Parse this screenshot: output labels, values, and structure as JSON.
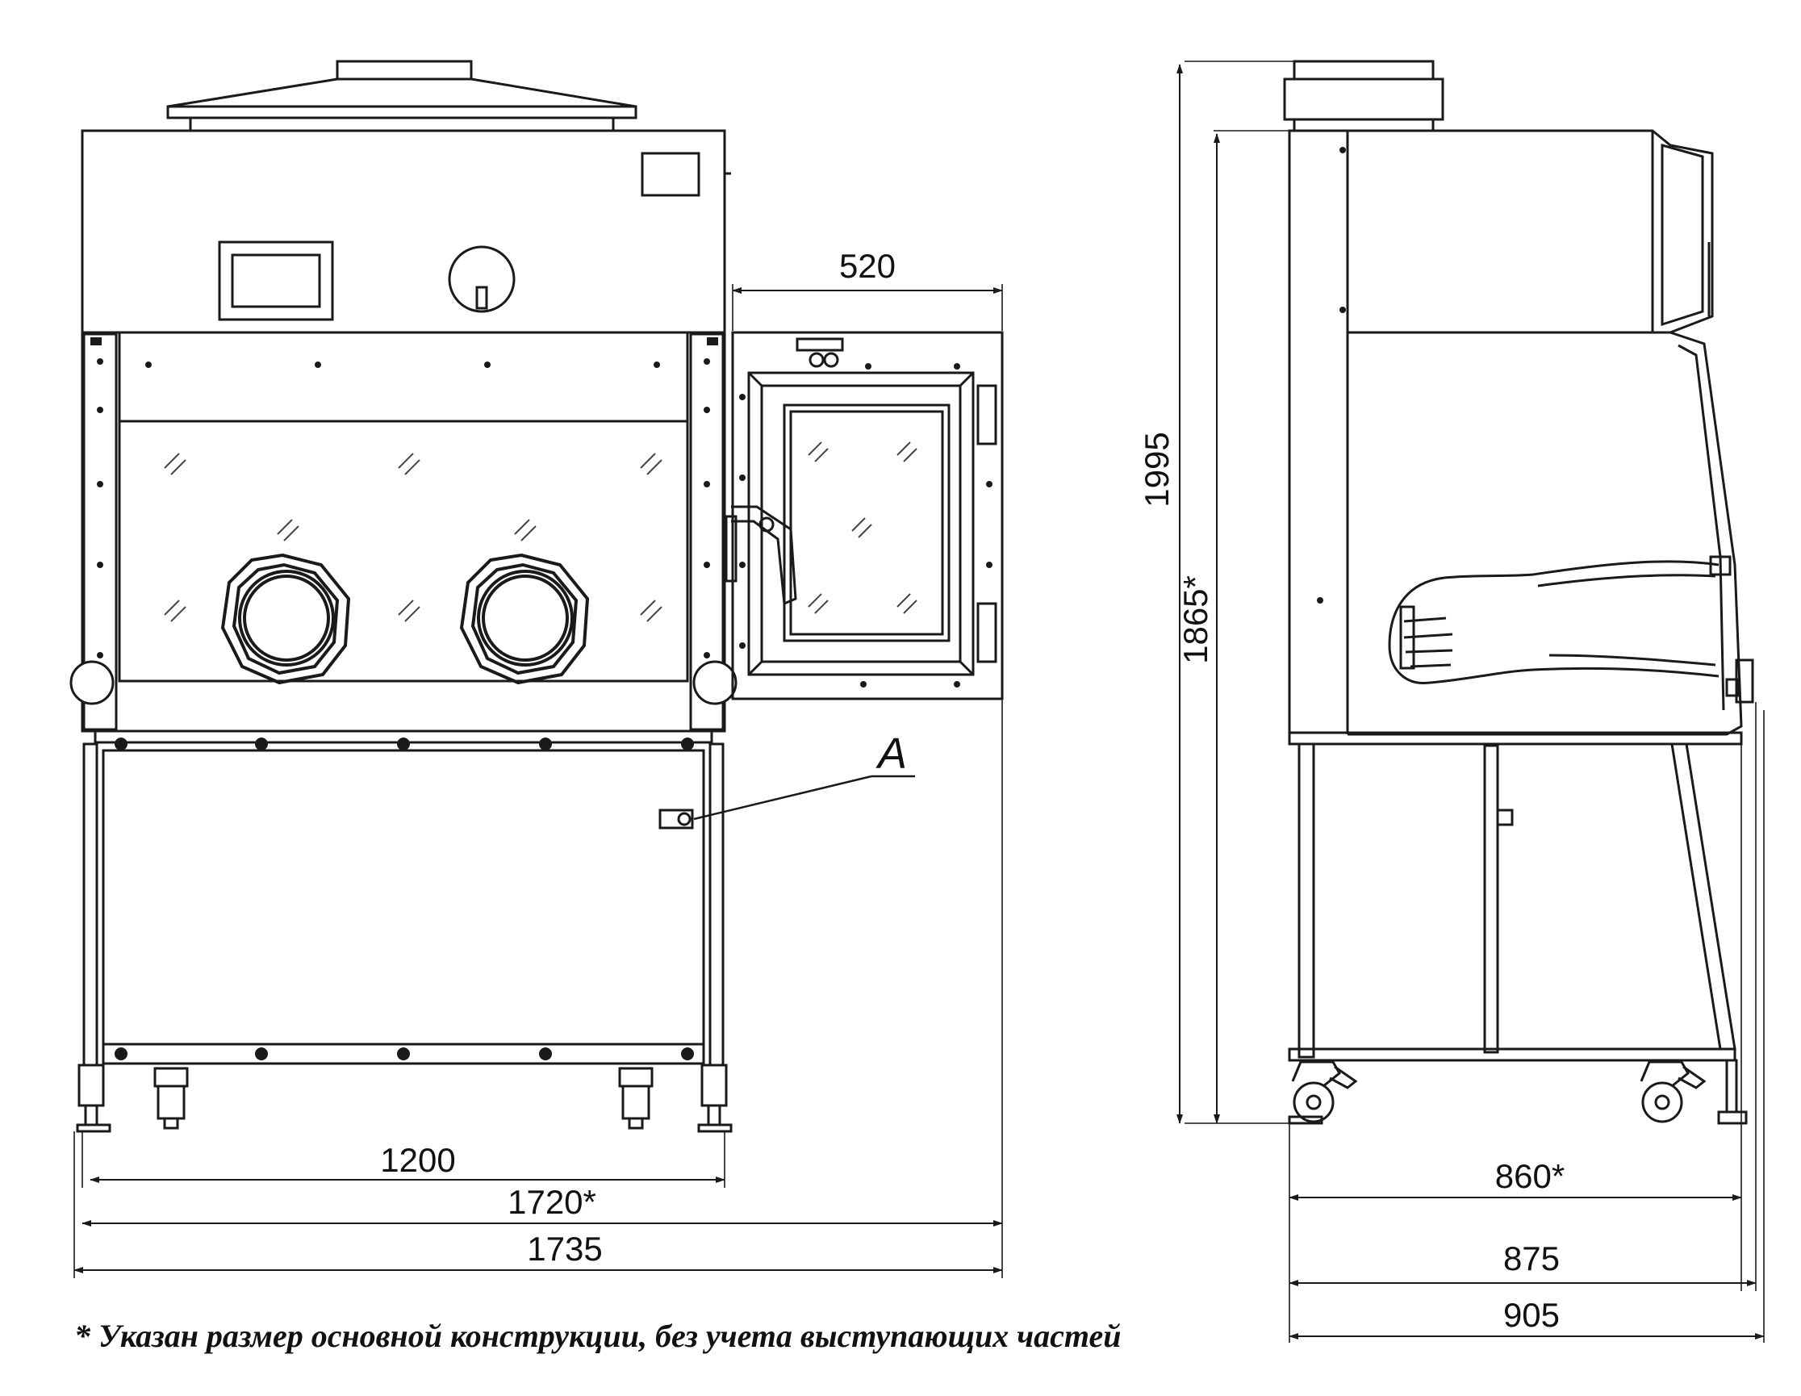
{
  "dimensions": {
    "front_width_inner": "1200",
    "front_width_frame": "1720*",
    "front_width_total": "1735",
    "passbox_width": "520",
    "total_height": "1995",
    "body_height": "1865*",
    "side_depth_frame": "860*",
    "side_depth_body": "875",
    "side_depth_total": "905"
  },
  "callout": {
    "label": "A"
  },
  "footnote": "* Указан размер основной конструкции, без учета выступающих частей"
}
